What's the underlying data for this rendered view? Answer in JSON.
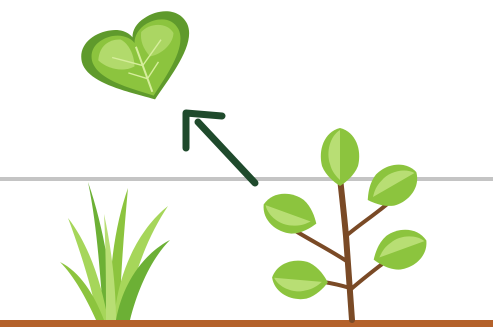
{
  "scene": {
    "background": "#ffffff",
    "colors": {
      "horizon_line": "#c4c4c4",
      "soil": "#b4612a",
      "arrow": "#1f4a2c",
      "stem": "#7a4a26",
      "leaf_dark": "#5f9a2c",
      "leaf_mid": "#8cc43e",
      "leaf_light": "#b8de74",
      "grass_dark": "#6cb035",
      "grass_light": "#a6d65a"
    },
    "elements": [
      {
        "id": "detached-leaf",
        "icon": "heart-shaped-leaf"
      },
      {
        "id": "arrow",
        "icon": "arrow-up-left"
      },
      {
        "id": "grass",
        "icon": "grass-blades"
      },
      {
        "id": "plant",
        "icon": "sapling-with-leaves"
      },
      {
        "id": "horizon-line",
        "icon": "horizontal-line"
      },
      {
        "id": "soil",
        "icon": "ground-strip"
      }
    ]
  }
}
